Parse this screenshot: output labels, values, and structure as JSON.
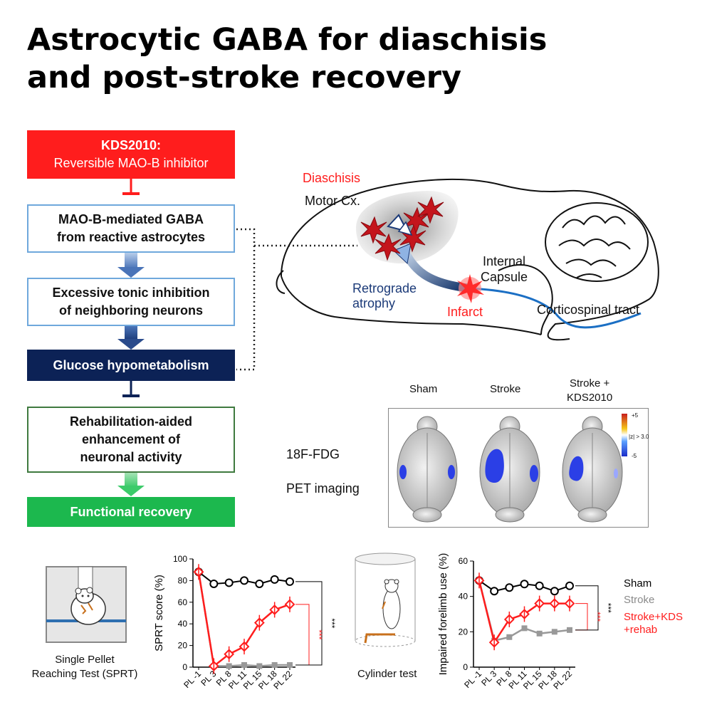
{
  "title": {
    "line1": "Astrocytic GABA for diaschisis",
    "line2": "and post-stroke recovery"
  },
  "flow": {
    "box1": {
      "line1": "KDS2010:",
      "line2": "Reversible MAO-B inhibitor"
    },
    "box2": {
      "line1": "MAO-B-mediated GABA",
      "line2": "from reactive astrocytes"
    },
    "box3": {
      "line1": "Excessive tonic inhibition",
      "line2": "of neighboring neurons"
    },
    "box4": {
      "line1": "Glucose hypometabolism"
    },
    "box5": {
      "line1": "Rehabilitation-aided",
      "line2": "enhancement of",
      "line3": "neuronal activity"
    },
    "box6": {
      "line1": "Functional recovery"
    },
    "colors": {
      "red": "#ff1d1d",
      "blue_border": "#6fa8dc",
      "navy": "#0c2256",
      "green_border": "#3f7a3f",
      "green": "#1cb84e"
    }
  },
  "brain": {
    "diaschisis": "Diaschisis",
    "motor": "Motor Cx.",
    "internal1": "Internal",
    "internal2": "Capsule",
    "retro1": "Retrograde",
    "retro2": "atrophy",
    "infarct": "Infarct",
    "cst": "Corticospinal tract"
  },
  "pet": {
    "col1": "Sham",
    "col2": "Stroke",
    "col3a": "Stroke +",
    "col3b": "KDS2010",
    "label1": "18F-FDG",
    "label2": "PET imaging",
    "scale_top": "+5",
    "scale_mid": "|z| > 3.0",
    "scale_bot": "-5"
  },
  "sprt": {
    "caption1": "Single Pellet",
    "caption2": "Reaching Test (SPRT)"
  },
  "cylinder": {
    "caption": "Cylinder test"
  },
  "legend": {
    "sham": "Sham",
    "stroke": "Stroke",
    "kds1": "Stroke+KDS",
    "kds2": "+rehab"
  },
  "chart_data": [
    {
      "type": "line",
      "ylabel": "SPRT score (%)",
      "ylim": [
        0,
        100
      ],
      "yticks": [
        0,
        20,
        40,
        60,
        80,
        100
      ],
      "categories": [
        "PL -1",
        "PL 3",
        "PL 8",
        "PL 11",
        "PL 15",
        "PL 18",
        "PL 22"
      ],
      "series": [
        {
          "name": "Sham",
          "color": "#000000",
          "values": [
            88,
            77,
            78,
            80,
            77,
            81,
            79
          ]
        },
        {
          "name": "Stroke",
          "color": "#999999",
          "values": [
            88,
            1,
            1,
            2,
            1,
            2,
            2
          ]
        },
        {
          "name": "Stroke+KDS +rehab",
          "color": "#ff1d1d",
          "values": [
            88,
            1,
            12,
            19,
            41,
            53,
            58
          ]
        }
      ],
      "significance": [
        {
          "text": "***",
          "color": "#ff1d1d"
        },
        {
          "text": "***",
          "color": "#000000"
        }
      ]
    },
    {
      "type": "line",
      "ylabel": "Impaired forelimb use (%)",
      "ylim": [
        0,
        60
      ],
      "yticks": [
        0,
        20,
        40,
        60
      ],
      "categories": [
        "PL -1",
        "PL 3",
        "PL 8",
        "PL 11",
        "PL 15",
        "PL 18",
        "PL 22"
      ],
      "series": [
        {
          "name": "Sham",
          "color": "#000000",
          "values": [
            49,
            43,
            45,
            47,
            46,
            43,
            46
          ]
        },
        {
          "name": "Stroke",
          "color": "#999999",
          "values": [
            49,
            15,
            17,
            22,
            19,
            20,
            21
          ]
        },
        {
          "name": "Stroke+KDS +rehab",
          "color": "#ff1d1d",
          "values": [
            49,
            14,
            27,
            30,
            36,
            36,
            36
          ]
        }
      ],
      "significance": [
        {
          "text": "***",
          "color": "#ff1d1d"
        },
        {
          "text": "***",
          "color": "#000000"
        }
      ]
    }
  ]
}
